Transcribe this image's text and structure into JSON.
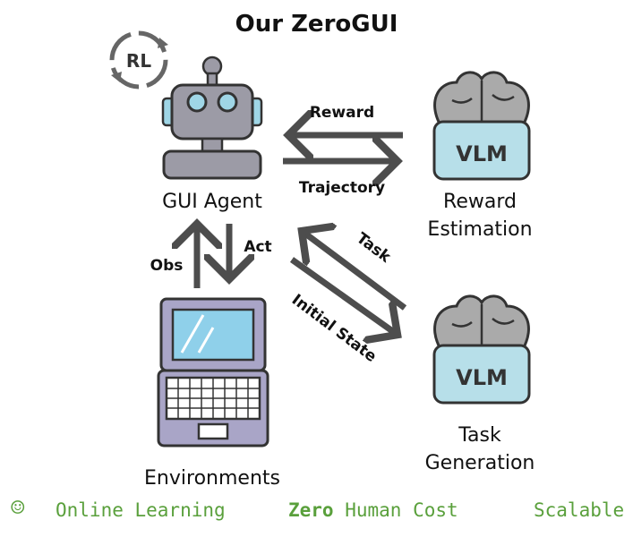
{
  "title": "Our ZeroGUI",
  "nodes": {
    "rl_badge": "RL",
    "agent": "GUI Agent",
    "reward": {
      "vlm": "VLM",
      "line1": "Reward",
      "line2": "Estimation"
    },
    "task": {
      "vlm": "VLM",
      "line1": "Task",
      "line2": "Generation"
    },
    "env": "Environments"
  },
  "arrows": {
    "reward": "Reward",
    "trajectory": "Trajectory",
    "obs": "Obs",
    "act": "Act",
    "task": "Task",
    "initial_state": "Initial State"
  },
  "footer": {
    "smiley": "☺",
    "online": "Online Learning",
    "zero": "Zero",
    "human_cost": " Human Cost",
    "scalable": "Scalable"
  },
  "colors": {
    "arrow": "#4d4d4d",
    "robot_body": "#9c9ba6",
    "robot_eye": "#9fd6e6",
    "screen": "#8fd0ea",
    "laptop": "#a9a5c7",
    "brain": "#aaaaaa",
    "vlm_box": "#b7dfe9",
    "footer_green": "#5aa03c"
  }
}
